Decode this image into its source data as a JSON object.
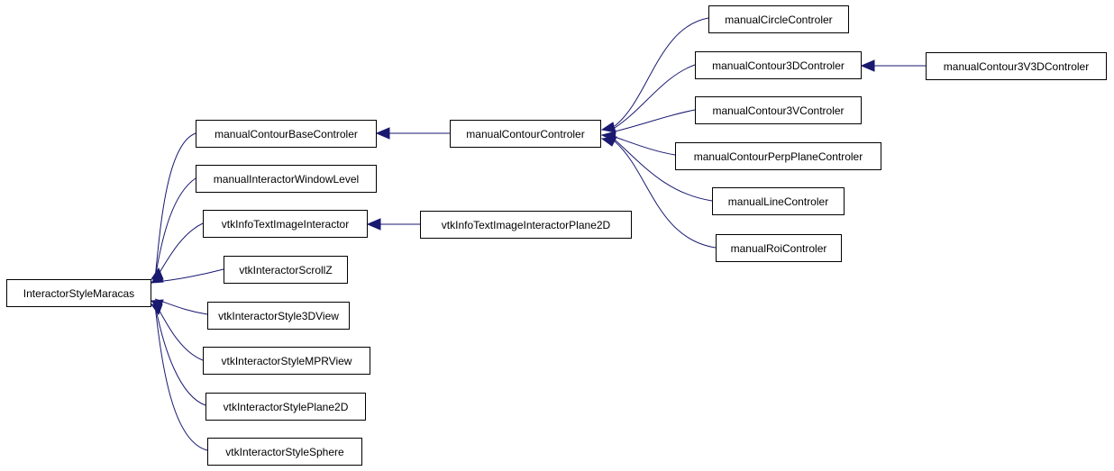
{
  "colors": {
    "edge": "#191970",
    "node_border": "#000000",
    "background": "#ffffff"
  },
  "nodes": {
    "interactor_style_maracas": "InteractorStyleMaracas",
    "manual_contour_base_controler": "manualContourBaseControler",
    "manual_interactor_window_level": "manualInteractorWindowLevel",
    "vtk_info_text_image_interactor": "vtkInfoTextImageInteractor",
    "vtk_interactor_scroll_z": "vtkInteractorScrollZ",
    "vtk_interactor_style_3d_view": "vtkInteractorStyle3DView",
    "vtk_interactor_style_mpr_view": "vtkInteractorStyleMPRView",
    "vtk_interactor_style_plane_2d": "vtkInteractorStylePlane2D",
    "vtk_interactor_style_sphere": "vtkInteractorStyleSphere",
    "manual_contour_controler": "manualContourControler",
    "vtk_info_text_image_interactor_plane_2d": "vtkInfoTextImageInteractorPlane2D",
    "manual_circle_controler": "manualCircleControler",
    "manual_contour_3d_controler": "manualContour3DControler",
    "manual_contour_3v_controler": "manualContour3VControler",
    "manual_contour_perp_plane_controler": "manualContourPerpPlaneControler",
    "manual_line_controler": "manualLineControler",
    "manual_roi_controler": "manualRoiControler",
    "manual_contour_3v3d_controler": "manualContour3V3DControler"
  }
}
